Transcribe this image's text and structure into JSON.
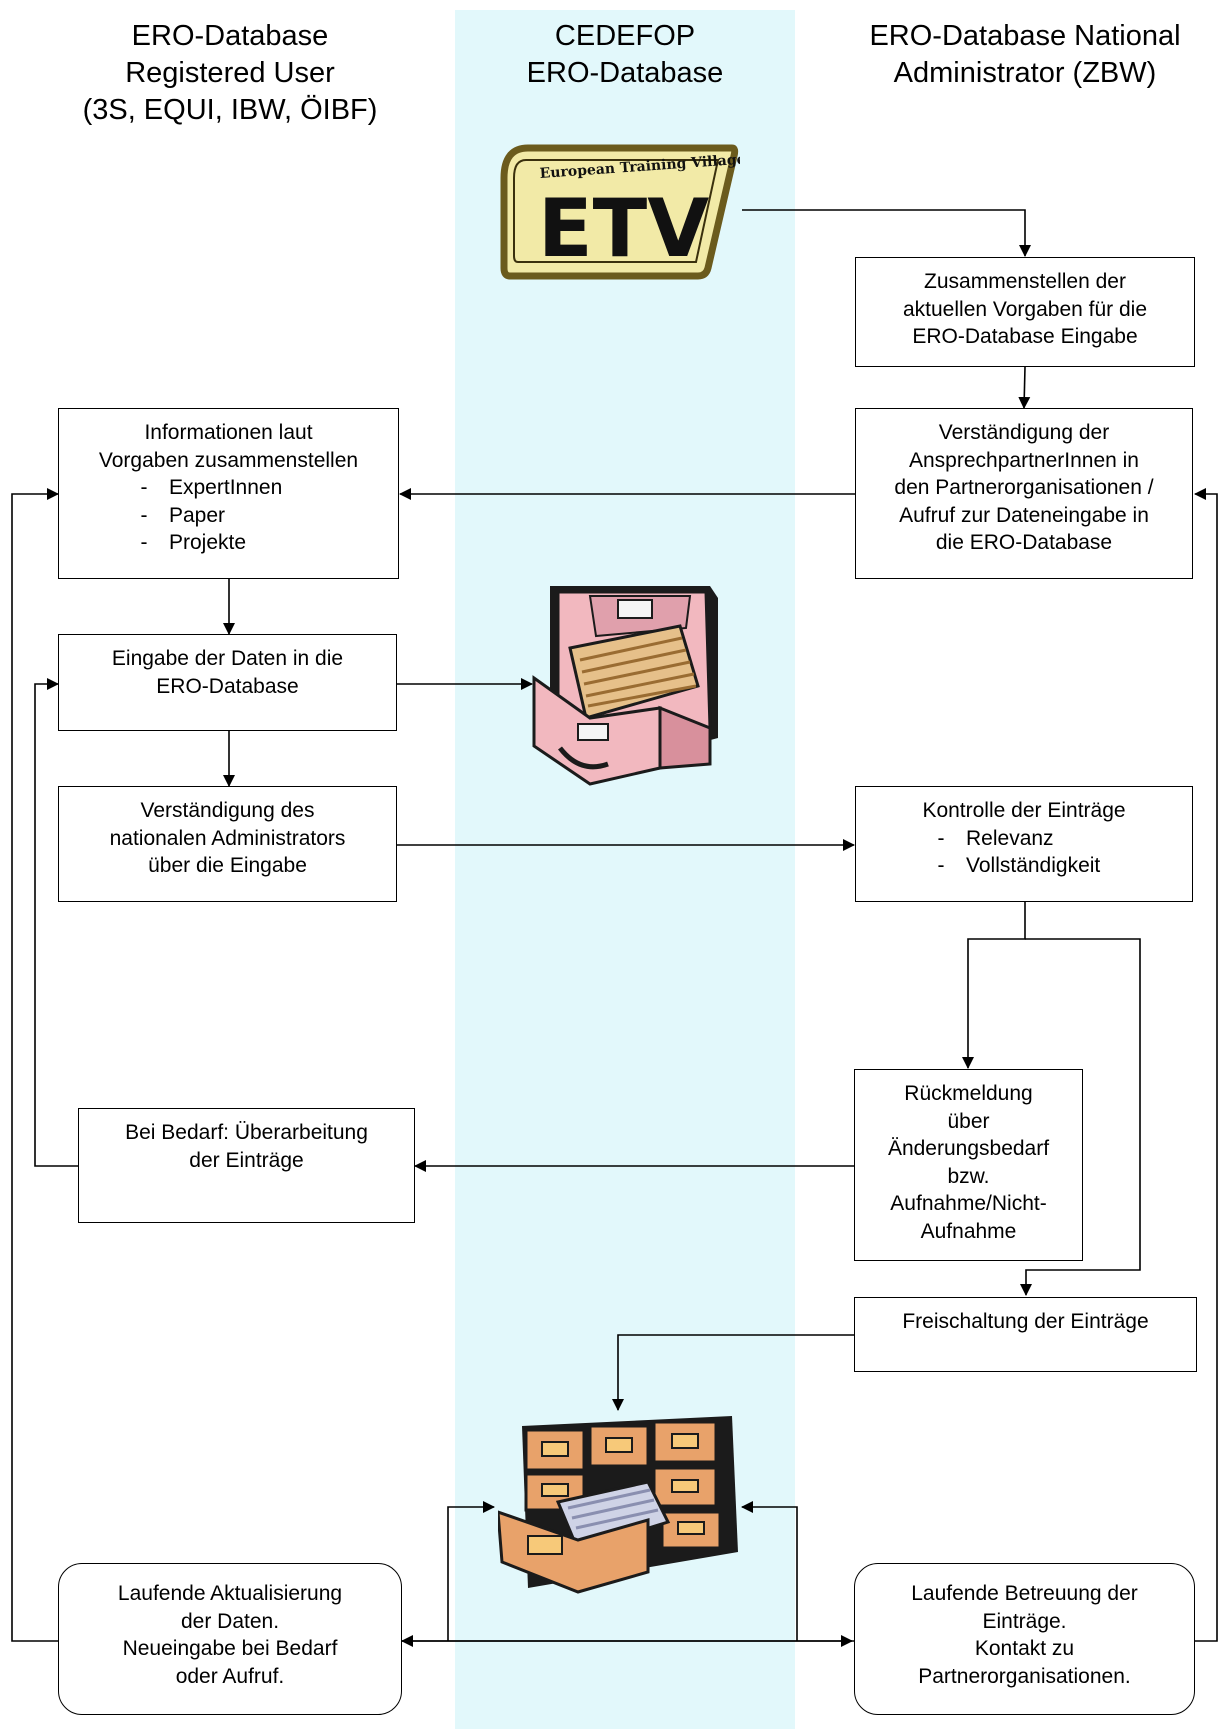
{
  "lanes": {
    "left": {
      "title_lines": [
        "ERO-Database",
        "Registered User",
        "(3S, EQUI, IBW, ÖIBF)"
      ]
    },
    "middle": {
      "title_lines": [
        "CEDEFOP",
        "ERO-Database"
      ]
    },
    "right": {
      "title_lines": [
        "ERO-Database National",
        "Administrator (ZBW)"
      ]
    }
  },
  "logo": {
    "top_text": "European Training Village",
    "main_text": "ETV",
    "colors": {
      "fill": "#f2eaa7",
      "ring": "#6b5b1d",
      "text": "#111111"
    }
  },
  "boxes": {
    "zusammenstellen": {
      "lines": [
        "Zusammenstellen der",
        "aktuellen Vorgaben für die",
        "ERO-Database Eingabe"
      ]
    },
    "verstaendigung_ansprech": {
      "lines": [
        "Verständigung der",
        "AnsprechpartnerInnen in",
        "den Partnerorganisationen /",
        "Aufruf zur Dateneingabe in",
        "die ERO-Database"
      ]
    },
    "informationen": {
      "lines": [
        "Informationen laut",
        "Vorgaben zusammenstellen"
      ],
      "items": [
        "ExpertInnen",
        "Paper",
        "Projekte"
      ]
    },
    "eingabe": {
      "lines": [
        "Eingabe der Daten  in die",
        "ERO-Database"
      ]
    },
    "verstaendigung_admin": {
      "lines": [
        "Verständigung des",
        "nationalen Administrators",
        "über die Eingabe"
      ]
    },
    "kontrolle": {
      "lines": [
        "Kontrolle der Einträge"
      ],
      "items": [
        "Relevanz",
        "Vollständigkeit"
      ]
    },
    "rueckmeldung": {
      "lines": [
        "Rückmeldung",
        "über",
        "Änderungsbedarf",
        "bzw.",
        "Aufnahme/Nicht-",
        "Aufnahme"
      ]
    },
    "ueberarbeitung": {
      "lines": [
        "Bei Bedarf: Überarbeitung",
        "der Einträge"
      ]
    },
    "freischaltung": {
      "lines": [
        "Freischaltung der Einträge"
      ]
    },
    "aktualisierung": {
      "lines": [
        "Laufende Aktualisierung",
        "der Daten.",
        "Neueingabe bei Bedarf",
        "oder Aufruf."
      ]
    },
    "betreuung": {
      "lines": [
        "Laufende Betreuung der",
        "Einträge.",
        "Kontakt zu",
        "Partnerorganisationen."
      ]
    }
  },
  "bullet": "-",
  "colors": {
    "lane_bg": "#e2f8fb",
    "line": "#000000",
    "drawer_pink": "#f2b8bf",
    "cabinet_orange": "#e8a26a"
  }
}
